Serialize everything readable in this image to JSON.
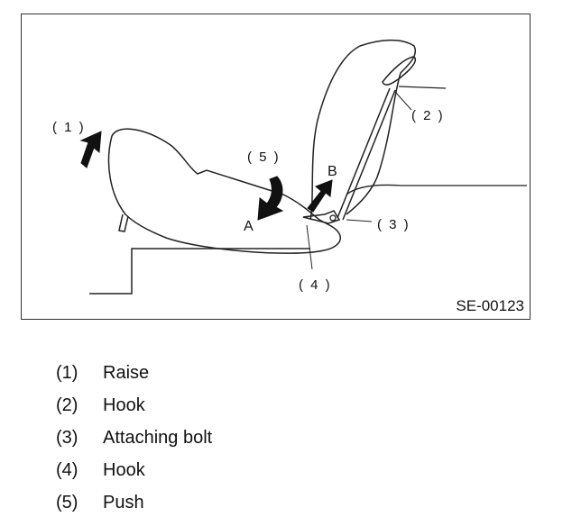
{
  "figure": {
    "id_label": "SE-00123",
    "callouts": [
      "( 1 )",
      "( 2 )",
      "( 3 )",
      "( 4 )",
      "( 5 )"
    ],
    "direction_labels": [
      "A",
      "B"
    ]
  },
  "legend": [
    {
      "num": "(1)",
      "text": "Raise"
    },
    {
      "num": "(2)",
      "text": "Hook"
    },
    {
      "num": "(3)",
      "text": "Attaching bolt"
    },
    {
      "num": "(4)",
      "text": "Hook"
    },
    {
      "num": "(5)",
      "text": "Push"
    }
  ]
}
